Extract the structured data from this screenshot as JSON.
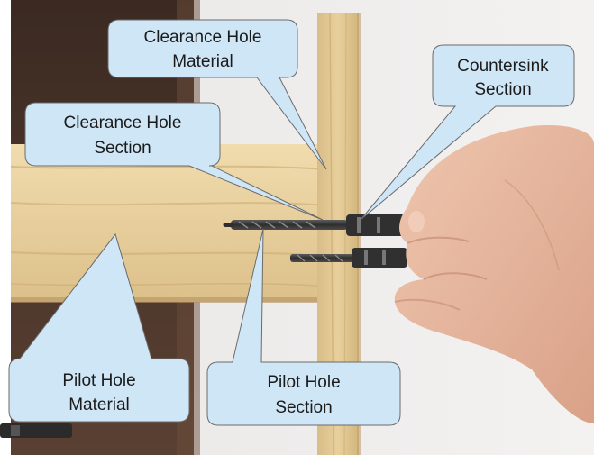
{
  "callouts": {
    "clearance_hole_material": {
      "line1": "Clearance Hole",
      "line2": "Material"
    },
    "countersink_section": {
      "line1": "Countersink",
      "line2": "Section"
    },
    "clearance_hole_section": {
      "line1": "Clearance Hole",
      "line2": "Section"
    },
    "pilot_hole_material": {
      "line1": "Pilot Hole",
      "line2": "Material"
    },
    "pilot_hole_section": {
      "line1": "Pilot Hole",
      "line2": "Section"
    }
  },
  "colors": {
    "callout_fill": "#cfe6f7",
    "callout_stroke": "#6b6b6b",
    "wood": "#e8cf9c",
    "wall": "#eeeceb",
    "dark_panel": "#4a3428",
    "hand": "#e7b7a0"
  }
}
